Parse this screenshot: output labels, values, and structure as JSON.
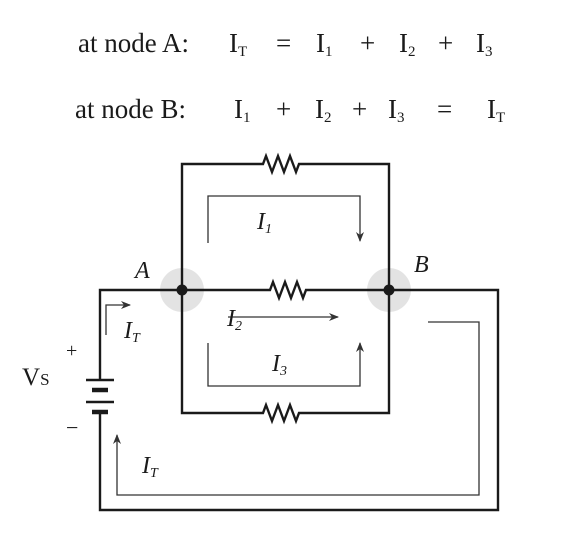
{
  "equations": {
    "node_a": {
      "label": "at node A:",
      "t1": "I",
      "t1_sub": "T",
      "op1": "=",
      "t2": "I",
      "t2_sub": "1",
      "op2": "+",
      "t3": "I",
      "t3_sub": "2",
      "op3": "+",
      "t4": "I",
      "t4_sub": "3"
    },
    "node_b": {
      "label": "at node B:",
      "t1": "I",
      "t1_sub": "1",
      "op1": "+",
      "t2": "I",
      "t2_sub": "2",
      "op2": "+",
      "t3": "I",
      "t3_sub": "3",
      "op3": "=",
      "t4": "I",
      "t4_sub": "T"
    }
  },
  "diagram": {
    "node_a_label": "A",
    "node_b_label": "B",
    "source": {
      "name": "V",
      "name_sub": "S",
      "plus": "+",
      "minus": "−"
    },
    "currents": {
      "i1": {
        "name": "I",
        "sub": "1"
      },
      "i2": {
        "name": "I",
        "sub": "2"
      },
      "i3": {
        "name": "I",
        "sub": "3"
      },
      "it_top": {
        "name": "I",
        "sub": "T"
      },
      "it_bottom": {
        "name": "I",
        "sub": "T"
      }
    },
    "colors": {
      "wire": "#1a1a1a",
      "node_halo": "#e3e3e3"
    }
  }
}
